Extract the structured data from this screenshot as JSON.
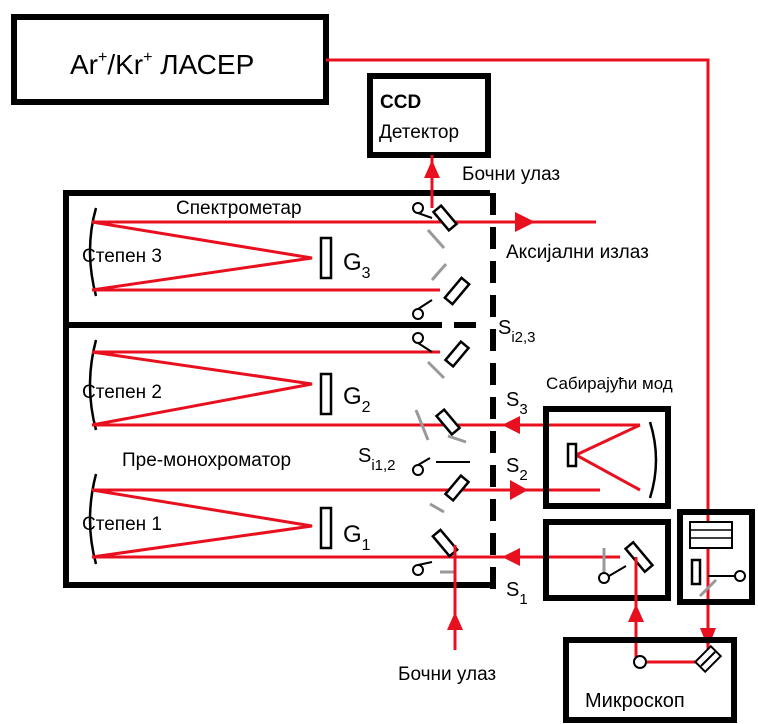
{
  "laser": {
    "prefix_ar": "Ar",
    "sup1": "+",
    "slash_kr": "/Kr",
    "sup2": "+",
    "word": " ЛАСЕР"
  },
  "ccd": {
    "line1": "CCD",
    "line2": "Детектор"
  },
  "side_entrance_top": "Бочни улаз",
  "side_entrance_bottom": "Бочни улаз",
  "axial_exit": "Аксијални излаз",
  "spectrometer": "Спектрометар",
  "stage3": "Степен 3",
  "stage2": "Степен 2",
  "stage1": "Степен 1",
  "premono": "Пре-монохроматор",
  "additive_mode": "Сабирајући мод",
  "microscope": "Микроскоп",
  "gratings": [
    {
      "letter": "G",
      "sub": "3"
    },
    {
      "letter": "G",
      "sub": "2"
    },
    {
      "letter": "G",
      "sub": "1"
    }
  ],
  "slits": {
    "si23": {
      "letter": "S",
      "sub": "i2,3"
    },
    "si12": {
      "letter": "S",
      "sub": "i1,2"
    },
    "s3": {
      "letter": "S",
      "sub": "3"
    },
    "s2": {
      "letter": "S",
      "sub": "2"
    },
    "s1": {
      "letter": "S",
      "sub": "1"
    }
  },
  "colors": {
    "beam": "#e8101e",
    "frame": "#000000",
    "grey_optic": "#999999"
  }
}
